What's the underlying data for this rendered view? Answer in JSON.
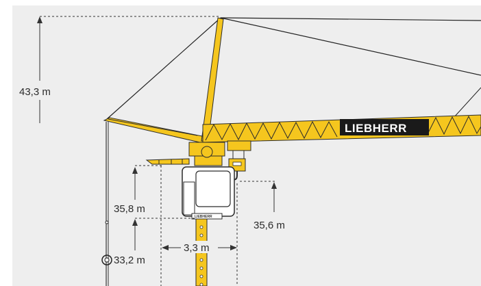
{
  "diagram": {
    "colors": {
      "background": "#eeeeee",
      "crane_yellow": "#f5c61e",
      "steel_outline": "#2b2b2b",
      "dimension_line": "#333333",
      "brand_band": "#1a1a1a"
    },
    "brand": "LIEBHERR",
    "brand_small": "LIEBHERR",
    "dimensions": {
      "total_height": "43,3 m",
      "jib_height": "35,8 m",
      "hook_height": "35,6 m",
      "base_height": "33,2 m",
      "mast_width": "3,3 m"
    }
  }
}
